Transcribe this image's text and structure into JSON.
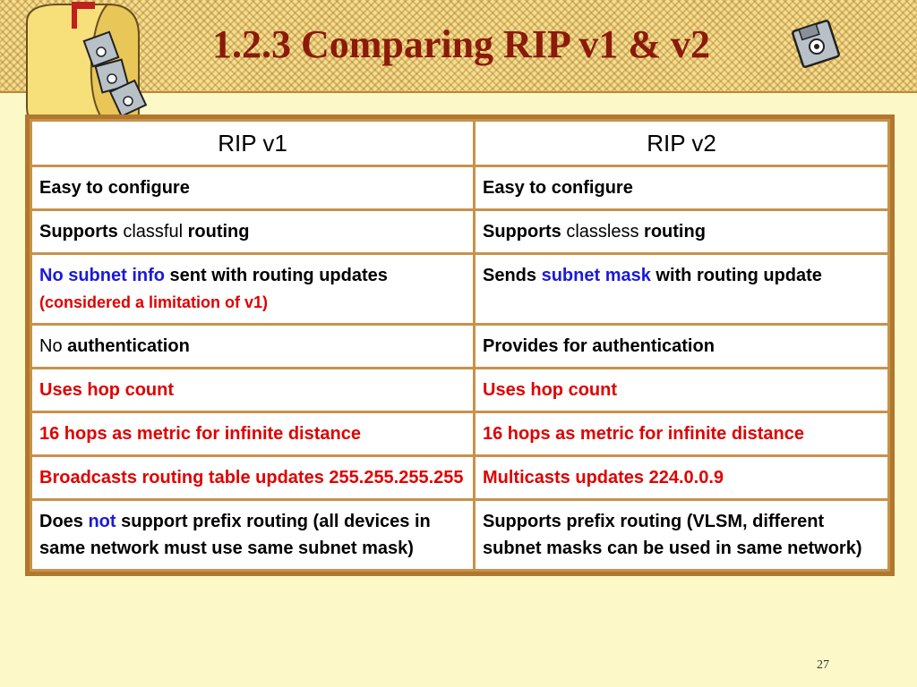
{
  "slide": {
    "title": "1.2.3 Comparing RIP v1 & v2",
    "page_number": "27"
  },
  "table": {
    "headers": [
      "RIP v1",
      "RIP v2"
    ],
    "rows": {
      "r1": {
        "v1": "Easy to configure",
        "v2": "Easy to configure"
      },
      "r2": {
        "v1_a": "Supports ",
        "v1_b": "classful",
        "v1_c": " routing",
        "v2_a": "Supports ",
        "v2_b": "classless",
        "v2_c": " routing"
      },
      "r3": {
        "v1_a": "No subnet info",
        "v1_b": " sent with routing updates ",
        "v1_c": "(considered a limitation of v1)",
        "v2_a": "Sends ",
        "v2_b": "subnet mask",
        "v2_c": " with routing update"
      },
      "r4": {
        "v1_a": "No ",
        "v1_b": "authentication",
        "v2": "Provides for authentication"
      },
      "r5": {
        "v1": "Uses hop count",
        "v2": "Uses hop count"
      },
      "r6": {
        "v1": "16 hops as metric for infinite distance",
        "v2": "16 hops as metric for infinite distance"
      },
      "r7": {
        "v1": "Broadcasts routing table updates 255.255.255.255",
        "v2": "Multicasts updates  224.0.0.9"
      },
      "r8": {
        "v1_a": "Does ",
        "v1_b": "not",
        "v1_c": " support prefix routing (all devices in same network must use same subnet mask)",
        "v2": "Supports prefix routing (VLSM, different subnet masks can be used in same network)"
      }
    }
  },
  "colors": {
    "title": "#8b1a0a",
    "highlight_blue": "#1a1ad9",
    "highlight_red": "#e00000",
    "background": "#fdf8c8",
    "table_border": "#b0772e"
  },
  "icons": [
    "mailbox-icon",
    "floppy-disk-icon"
  ]
}
